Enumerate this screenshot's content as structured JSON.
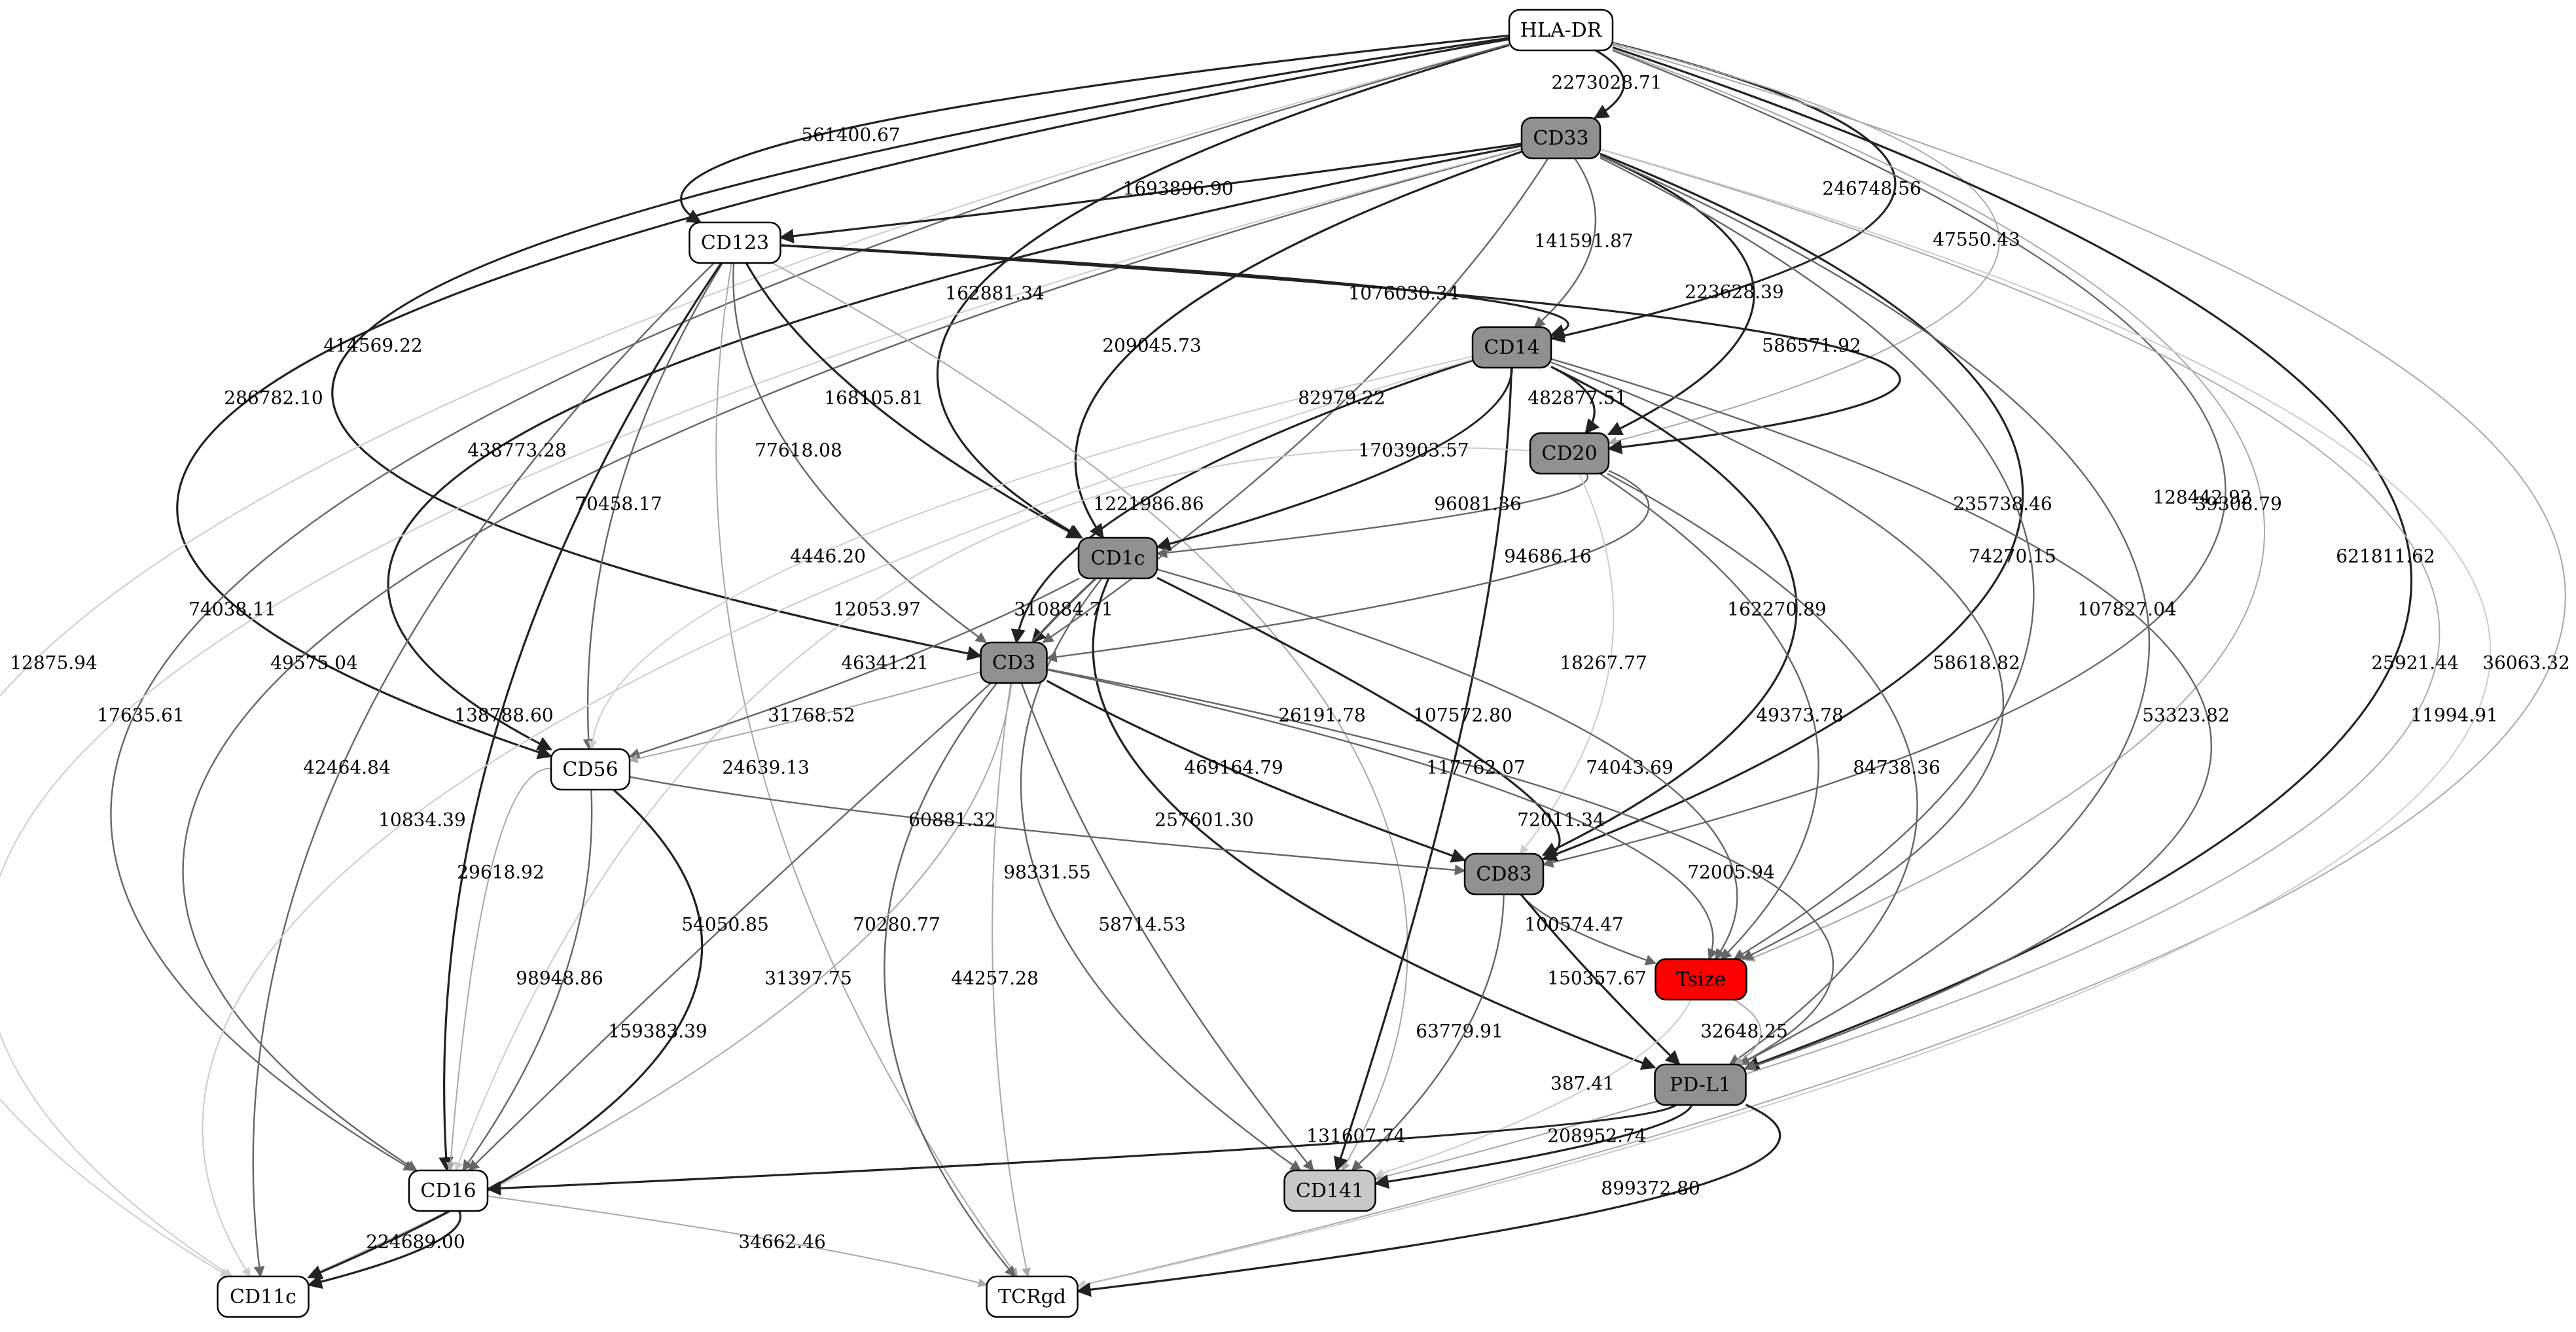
{
  "colors": {
    "white_node": "#ffffff",
    "gray_node": "#909090",
    "light_gray_node": "#c8c8c8",
    "red_node": "#ff0000",
    "edge_dark": "#222222",
    "edge_mid": "#666666",
    "edge_light": "#a8a8a8",
    "edge_faint": "#cccccc"
  },
  "nodes": [
    {
      "id": "HLA-DR",
      "label": "HLA-DR",
      "fill": "white_node"
    },
    {
      "id": "CD33",
      "label": "CD33",
      "fill": "gray_node"
    },
    {
      "id": "CD123",
      "label": "CD123",
      "fill": "white_node"
    },
    {
      "id": "CD14",
      "label": "CD14",
      "fill": "gray_node"
    },
    {
      "id": "CD20",
      "label": "CD20",
      "fill": "gray_node"
    },
    {
      "id": "CD1c",
      "label": "CD1c",
      "fill": "gray_node"
    },
    {
      "id": "CD3",
      "label": "CD3",
      "fill": "gray_node"
    },
    {
      "id": "CD56",
      "label": "CD56",
      "fill": "white_node"
    },
    {
      "id": "CD83",
      "label": "CD83",
      "fill": "gray_node"
    },
    {
      "id": "Tsize",
      "label": "Tsize",
      "fill": "red_node"
    },
    {
      "id": "PD-L1",
      "label": "PD-L1",
      "fill": "gray_node"
    },
    {
      "id": "CD16",
      "label": "CD16",
      "fill": "white_node"
    },
    {
      "id": "CD141",
      "label": "CD141",
      "fill": "light_gray_node"
    },
    {
      "id": "CD11c",
      "label": "CD11c",
      "fill": "white_node"
    },
    {
      "id": "TCRgd",
      "label": "TCRgd",
      "fill": "white_node"
    }
  ],
  "edges": [
    {
      "from": "HLA-DR",
      "to": "CD33",
      "label": "2273028.71",
      "shade": "edge_dark"
    },
    {
      "from": "HLA-DR",
      "to": "CD123",
      "label": "561400.67",
      "shade": "edge_dark"
    },
    {
      "from": "HLA-DR",
      "to": "CD3",
      "label": "414569.22",
      "shade": "edge_dark"
    },
    {
      "from": "HLA-DR",
      "to": "CD56",
      "label": "286782.10",
      "shade": "edge_dark"
    },
    {
      "from": "HLA-DR",
      "to": "CD1c",
      "label": "162881.34",
      "shade": "edge_dark"
    },
    {
      "from": "HLA-DR",
      "to": "CD14",
      "label": "246748.56",
      "shade": "edge_dark"
    },
    {
      "from": "HLA-DR",
      "to": "CD20",
      "label": "47550.43",
      "shade": "edge_light"
    },
    {
      "from": "HLA-DR",
      "to": "CD83",
      "label": "128442.92",
      "shade": "edge_mid"
    },
    {
      "from": "HLA-DR",
      "to": "Tsize",
      "label": "39308.79",
      "shade": "edge_light"
    },
    {
      "from": "HLA-DR",
      "to": "PD-L1",
      "label": "621811.62",
      "shade": "edge_dark"
    },
    {
      "from": "HLA-DR",
      "to": "TCRgd",
      "label": "36063.32",
      "shade": "edge_light"
    },
    {
      "from": "HLA-DR",
      "to": "CD11c",
      "label": "12875.94",
      "shade": "edge_faint"
    },
    {
      "from": "HLA-DR",
      "to": "CD16",
      "label": "74038.11",
      "shade": "edge_mid"
    },
    {
      "from": "CD33",
      "to": "CD123",
      "label": "1693896.90",
      "shade": "edge_dark"
    },
    {
      "from": "CD33",
      "to": "CD14",
      "label": "141591.87",
      "shade": "edge_mid"
    },
    {
      "from": "CD33",
      "to": "CD20",
      "label": "223628.39",
      "shade": "edge_dark"
    },
    {
      "from": "CD33",
      "to": "CD1c",
      "label": "209045.73",
      "shade": "edge_dark"
    },
    {
      "from": "CD33",
      "to": "CD3",
      "label": "82979.22",
      "shade": "edge_mid"
    },
    {
      "from": "CD33",
      "to": "CD56",
      "label": "438773.28",
      "shade": "edge_dark"
    },
    {
      "from": "CD33",
      "to": "CD83",
      "label": "235738.46",
      "shade": "edge_dark"
    },
    {
      "from": "CD33",
      "to": "Tsize",
      "label": "74270.15",
      "shade": "edge_mid"
    },
    {
      "from": "CD33",
      "to": "PD-L1",
      "label": "107827.04",
      "shade": "edge_mid"
    },
    {
      "from": "CD33",
      "to": "CD141",
      "label": "25921.44",
      "shade": "edge_light"
    },
    {
      "from": "CD33",
      "to": "TCRgd",
      "label": "11994.91",
      "shade": "edge_faint"
    },
    {
      "from": "CD33",
      "to": "CD16",
      "label": "49575.04",
      "shade": "edge_mid"
    },
    {
      "from": "CD33",
      "to": "CD11c",
      "label": "17635.61",
      "shade": "edge_faint"
    },
    {
      "from": "CD123",
      "to": "CD14",
      "label": "1076030.34",
      "shade": "edge_dark"
    },
    {
      "from": "CD123",
      "to": "CD20",
      "label": "586571.92",
      "shade": "edge_dark"
    },
    {
      "from": "CD123",
      "to": "CD1c",
      "label": "168105.81",
      "shade": "edge_dark"
    },
    {
      "from": "CD123",
      "to": "CD3",
      "label": "77618.08",
      "shade": "edge_mid"
    },
    {
      "from": "CD123",
      "to": "CD56",
      "label": "70458.17",
      "shade": "edge_mid"
    },
    {
      "from": "CD123",
      "to": "CD16",
      "label": "138788.60",
      "shade": "edge_dark"
    },
    {
      "from": "CD123",
      "to": "CD11c",
      "label": "42464.84",
      "shade": "edge_mid"
    },
    {
      "from": "CD123",
      "to": "TCRgd",
      "label": "24639.13",
      "shade": "edge_light"
    },
    {
      "from": "CD123",
      "to": "CD141",
      "label": "26191.78",
      "shade": "edge_light"
    },
    {
      "from": "CD14",
      "to": "CD20",
      "label": "482877.51",
      "shade": "edge_dark"
    },
    {
      "from": "CD14",
      "to": "CD1c",
      "label": "1703903.57",
      "shade": "edge_dark"
    },
    {
      "from": "CD14",
      "to": "CD3",
      "label": "1221986.86",
      "shade": "edge_dark"
    },
    {
      "from": "CD14",
      "to": "CD56",
      "label": "4446.20",
      "shade": "edge_faint"
    },
    {
      "from": "CD14",
      "to": "CD83",
      "label": "162270.89",
      "shade": "edge_dark"
    },
    {
      "from": "CD14",
      "to": "Tsize",
      "label": "58618.82",
      "shade": "edge_mid"
    },
    {
      "from": "CD14",
      "to": "PD-L1",
      "label": "53323.82",
      "shade": "edge_mid"
    },
    {
      "from": "CD14",
      "to": "CD141",
      "label": "107572.80",
      "shade": "edge_dark"
    },
    {
      "from": "CD14",
      "to": "CD11c",
      "label": "10834.39",
      "shade": "edge_faint"
    },
    {
      "from": "CD20",
      "to": "CD1c",
      "label": "96081.36",
      "shade": "edge_mid"
    },
    {
      "from": "CD20",
      "to": "CD3",
      "label": "94686.16",
      "shade": "edge_mid"
    },
    {
      "from": "CD20",
      "to": "CD83",
      "label": "18267.77",
      "shade": "edge_faint"
    },
    {
      "from": "CD20",
      "to": "Tsize",
      "label": "49373.78",
      "shade": "edge_mid"
    },
    {
      "from": "CD20",
      "to": "PD-L1",
      "label": "84738.36",
      "shade": "edge_mid"
    },
    {
      "from": "CD20",
      "to": "CD16",
      "label": "12053.97",
      "shade": "edge_faint"
    },
    {
      "from": "CD1c",
      "to": "CD3",
      "label": "310884.71",
      "shade": "edge_dark"
    },
    {
      "from": "CD1c",
      "to": "CD56",
      "label": "46341.21",
      "shade": "edge_mid"
    },
    {
      "from": "CD1c",
      "to": "CD83",
      "label": "117762.07",
      "shade": "edge_dark"
    },
    {
      "from": "CD1c",
      "to": "Tsize",
      "label": "74043.69",
      "shade": "edge_mid"
    },
    {
      "from": "CD1c",
      "to": "PD-L1",
      "label": "257601.30",
      "shade": "edge_dark"
    },
    {
      "from": "CD1c",
      "to": "CD141",
      "label": "98331.55",
      "shade": "edge_mid"
    },
    {
      "from": "CD1c",
      "to": "TCRgd",
      "label": "70280.77",
      "shade": "edge_mid"
    },
    {
      "from": "CD3",
      "to": "CD56",
      "label": "31768.52",
      "shade": "edge_light"
    },
    {
      "from": "CD3",
      "to": "CD83",
      "label": "469164.79",
      "shade": "edge_dark"
    },
    {
      "from": "CD3",
      "to": "Tsize",
      "label": "72011.34",
      "shade": "edge_mid"
    },
    {
      "from": "CD3",
      "to": "PD-L1",
      "label": "72005.94",
      "shade": "edge_mid"
    },
    {
      "from": "CD3",
      "to": "CD141",
      "label": "58714.53",
      "shade": "edge_mid"
    },
    {
      "from": "CD3",
      "to": "TCRgd",
      "label": "44257.28",
      "shade": "edge_light"
    },
    {
      "from": "CD3",
      "to": "CD16",
      "label": "54050.85",
      "shade": "edge_mid"
    },
    {
      "from": "CD3",
      "to": "CD11c",
      "label": "31397.75",
      "shade": "edge_light"
    },
    {
      "from": "CD56",
      "to": "CD83",
      "label": "60881.32",
      "shade": "edge_mid"
    },
    {
      "from": "CD56",
      "to": "CD16",
      "label": "98948.86",
      "shade": "edge_mid"
    },
    {
      "from": "CD56",
      "to": "CD11c",
      "label": "159383.39",
      "shade": "edge_dark"
    },
    {
      "from": "CD56",
      "to": "CD16",
      "label": "29618.92",
      "shade": "edge_light"
    },
    {
      "from": "CD83",
      "to": "Tsize",
      "label": "100574.47",
      "shade": "edge_mid"
    },
    {
      "from": "CD83",
      "to": "PD-L1",
      "label": "150357.67",
      "shade": "edge_dark"
    },
    {
      "from": "CD83",
      "to": "CD141",
      "label": "63779.91",
      "shade": "edge_mid"
    },
    {
      "from": "Tsize",
      "to": "PD-L1",
      "label": "32648.25",
      "shade": "edge_light"
    },
    {
      "from": "Tsize",
      "to": "CD141",
      "label": "387.41",
      "shade": "edge_faint"
    },
    {
      "from": "PD-L1",
      "to": "CD141",
      "label": "208952.74",
      "shade": "edge_dark"
    },
    {
      "from": "PD-L1",
      "to": "CD16",
      "label": "131607.74",
      "shade": "edge_dark"
    },
    {
      "from": "PD-L1",
      "to": "TCRgd",
      "label": "899372.80",
      "shade": "edge_dark"
    },
    {
      "from": "CD16",
      "to": "CD11c",
      "label": "224689.00",
      "shade": "edge_dark"
    },
    {
      "from": "CD16",
      "to": "TCRgd",
      "label": "34662.46",
      "shade": "edge_light"
    }
  ]
}
